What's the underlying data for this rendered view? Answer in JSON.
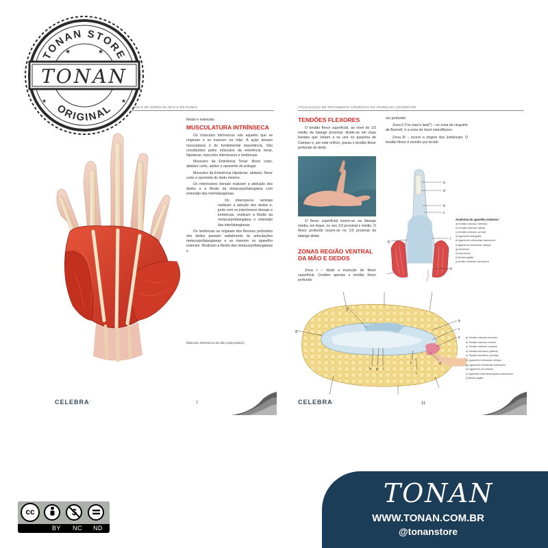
{
  "stamp": {
    "top_text": "TONAN STORE",
    "center": "TONAN",
    "bottom_text": "ORIGINAL"
  },
  "left_page": {
    "running_head": "ATUALIZAÇÃO EM TRATAMENTO CIRÚRGICO DA MÃO E DE DORSO DA MÃO E DO PUNHO",
    "lead": "flexão e extensão.",
    "heading": "MUSCULATURA INTRÍNSECA",
    "paragraphs": [
      "Os músculos intrínsecos são aqueles que se originam e se inserem na mão. A ação desses musculatura é de fundamental importância. São constituídos pelos músculos da eminência tenar, hipotenar, músculos interósseos e lumbricais.",
      "Músculos da Eminência Tenar: flexor curto, abdutor curto, adutor e oponente do polegar.",
      "Músculos da Eminência Hipotenar: abdutor, flexor curto e oponente do dedo mínimo.",
      "Os interósseos dorsais realizam a abdução dos dedos e a flexão da metacarpofalangiana com extensão das interfalangianas.",
      "Os interósseos ventrais realizam a adução dos dedos e, junto com os interósseos dorsais e lumbricais, realizam a flexão da metacarpofalangiana e extensão das interfalangianas.",
      "Os lumbricais se originam dos flexores profundos dos dedos passam radialmente às articulações metacarpofalangianas e se inserem no aparelho extensor. Realizam a flexão das metacarpofalangianas e"
    ],
    "caption": "Músculos intrínsecos da mão (vista palmar)",
    "footer_logo": "CELEBRA",
    "page_number": "7"
  },
  "right_page": {
    "running_head": "ATUALIZAÇÃO EM TRATAMENTO CIRÚRGICO DO APARELHO LOCOMOTOR",
    "heading": "TENDÕES FLEXORES",
    "paragraph1": "O tendão flexor superficial, ao nível do 1/3 médio da falange proximal, divide-se em duas bandas que voltam a se unir no quiasma de Camper e, por este orifício, passa o tendão flexor profundo do dedo.",
    "photo_text": "O flexor superficial insere-se na falange média, em leque, no seu 1/3 proximal e médio. O flexor profundo insere-se no 1/3 proximal da falange distal.",
    "heading2": "ZONAS REGIÃO VENTRAL DA MÃO E DEDOS",
    "zone1": "Zona I – distal a inserção do flexor superficial. Contém apenas o tendão flexor profundo",
    "col2_lead": "xor profundo",
    "zone2": "Zona II (\"no man's land\") – ou zona de ninguém de Bunnell, é a zona do túnel osteofibroso",
    "zone3": "Zona III – ocorre a origem dos lumbricais. O tendão flexor é envolto por tecido",
    "finger_labels": [
      "a",
      "d",
      "b",
      "c",
      "g",
      "i",
      "h",
      "h",
      "j"
    ],
    "legend_title": "Anatomia do aparelho extensor:",
    "legend_items": [
      "a) tendão extensor terminal",
      "b) tendão extensor lateral",
      "c) tendão extensor central",
      "d) ligamento triangular",
      "e) ligamento retinacular transverso",
      "f) ligamento retinacular oblíquo",
      "g) lumbrical",
      "h) interósseo",
      "i) banda sagital",
      "j) tendão extensor extrínseco"
    ],
    "section_labels": [
      "a",
      "k",
      "b",
      "c",
      "e",
      "d",
      "f",
      "h",
      "g",
      "i",
      "j"
    ],
    "legend2_items": [
      "a) Tendão extensor terminal",
      "b) Tendão extensor central",
      "c) Tendão extensor conjunto",
      "d) Tendão intrínseco (lateral)",
      "e) Tendão intrínseco (medial)",
      "f) Ligamento retinacular oblíquo",
      "g) Ligamento retinacular transverso",
      "h) Ligamento de Cleland",
      "i) Ligamento intermetacarpiano transverso",
      "j) Banda sagital"
    ],
    "footer_logo": "CELEBRA",
    "page_number": "11"
  },
  "license": {
    "cc": "cc",
    "labels": [
      "BY",
      "NC",
      "ND"
    ]
  },
  "brand": {
    "name": "TONAN",
    "url": "WWW.TONAN.COM.BR",
    "handle": "@tonanstore"
  },
  "colors": {
    "heading_red": "#d6221b",
    "banner_navy": "#1c3d57",
    "stamp_dark": "#2b2b2b"
  }
}
